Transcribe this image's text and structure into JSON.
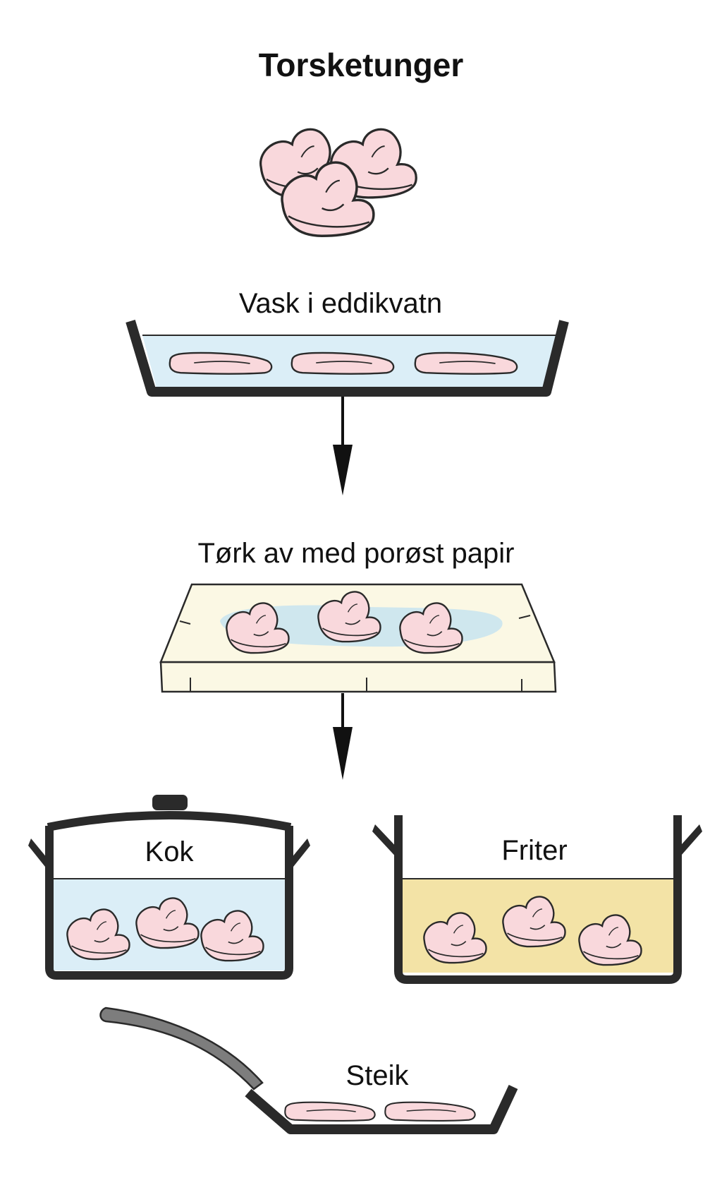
{
  "title": "Torsketunger",
  "steps": {
    "wash": "Vask i eddikvatn",
    "dry": "Tørk av med porøst papir",
    "boil": "Kok",
    "fry": "Friter",
    "saute": "Steik"
  },
  "colors": {
    "outline": "#2a2a2a",
    "tongue_fill": "#f9d8dc",
    "water": "#dbeef7",
    "paper": "#fbf8e4",
    "oil": "#f3e3a6",
    "pan_handle": "#7d7d7d"
  }
}
